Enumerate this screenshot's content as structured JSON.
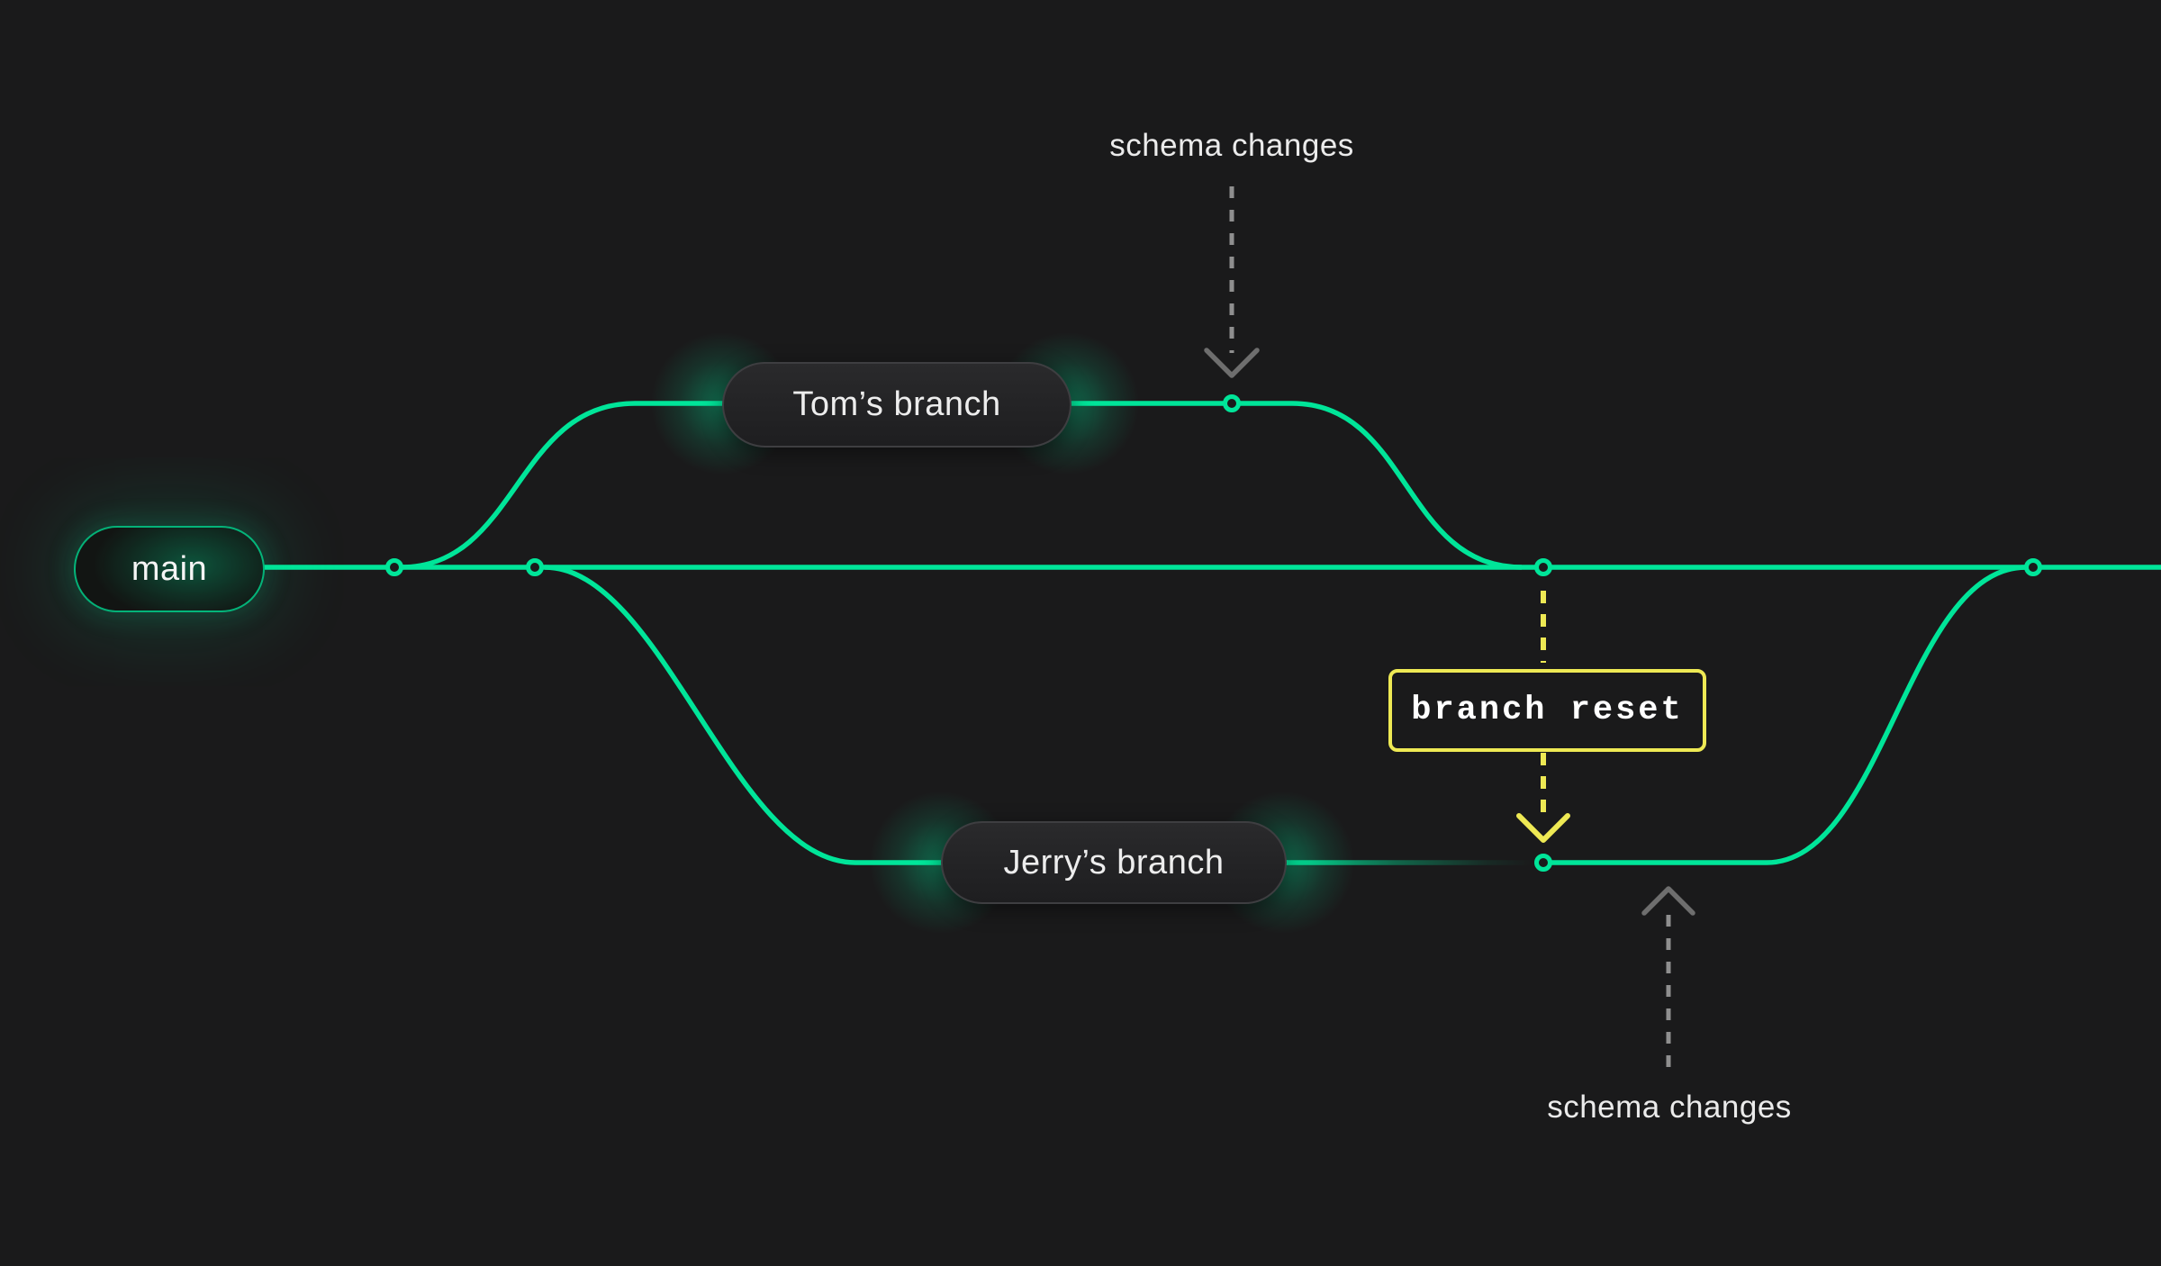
{
  "diagram": {
    "title_hint": "branch reset flow diagram",
    "background_color": "#1a1a1b",
    "colors": {
      "branch_green": "#00e599",
      "annotation_yellow": "#eee954",
      "dash_gray": "#8f8f8f",
      "arrowhead_gray": "#6e6e6e",
      "label_text": "#ebebeb",
      "pill_border_gray": "#3e3e41"
    },
    "branches": {
      "main_label": "main",
      "tom_label": "Tom’s branch",
      "jerry_label": "Jerry’s branch"
    },
    "annotations": {
      "schema_changes_top": "schema changes",
      "schema_changes_bottom": "schema changes",
      "branch_reset": "branch reset"
    },
    "commit_node_count": 6
  }
}
